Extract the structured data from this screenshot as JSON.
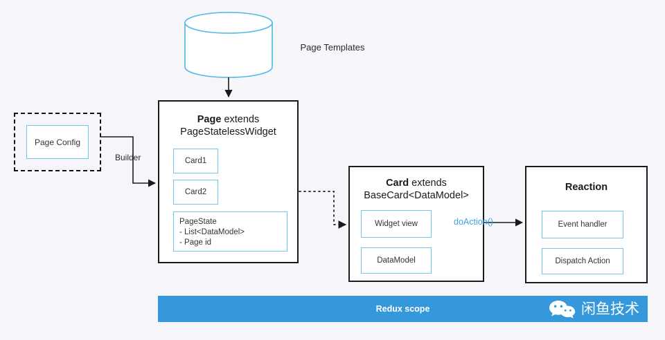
{
  "diagram": {
    "title": "Flutter page-card-reaction architecture",
    "accent_blue": "#6fc5ee",
    "bar_blue": "#3498db",
    "link_blue": "#3aa3e3",
    "background": "#f6f6fa"
  },
  "datastore": {
    "label": "Page Templates",
    "shape": "cylinder"
  },
  "page_config": {
    "group_style": "dashed",
    "label": "Page Config"
  },
  "page_node": {
    "title_strong": "Page",
    "title_rest": " extends",
    "title_line2": "PageStatelessWidget",
    "children": [
      {
        "label": "Card1"
      },
      {
        "label": "Card2"
      }
    ],
    "state_block": {
      "line1": "PageState",
      "line2": "- List<DataModel>",
      "line3": "- Page id"
    }
  },
  "card_node": {
    "title_strong": "Card",
    "title_rest": " extends",
    "title_line2": "BaseCard<DataModel>",
    "children": [
      {
        "label": "Widget view"
      },
      {
        "label": "DataModel"
      }
    ]
  },
  "reaction_node": {
    "title": "Reaction",
    "children": [
      {
        "label": "Event handler"
      },
      {
        "label": "Dispatch Action"
      }
    ]
  },
  "edges": {
    "builder_label": "Builder",
    "do_action_label": "doAction()"
  },
  "scope_bar": {
    "label": "Redux scope"
  },
  "brand": {
    "icon": "wechat-icon",
    "name": "闲鱼技术"
  }
}
